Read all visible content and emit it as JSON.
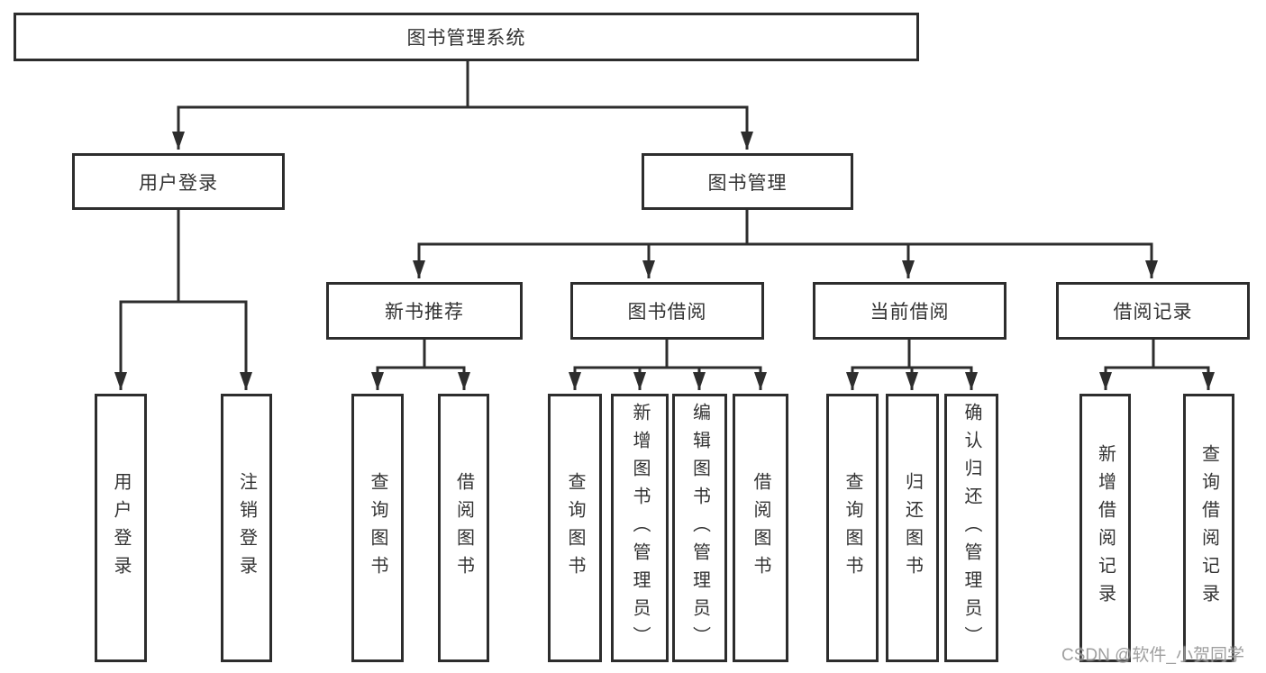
{
  "tree": {
    "root": {
      "label": "图书管理系统"
    },
    "level2": {
      "user_login": {
        "label": "用户登录"
      },
      "book_management": {
        "label": "图书管理"
      }
    },
    "user_login_children": [
      {
        "label": "用户登录"
      },
      {
        "label": "注销登录"
      }
    ],
    "groups": [
      {
        "label": "新书推荐",
        "children": [
          {
            "label": "查询图书"
          },
          {
            "label": "借阅图书"
          }
        ]
      },
      {
        "label": "图书借阅",
        "children": [
          {
            "label": "查询图书"
          },
          {
            "label": "新增图书（管理员）"
          },
          {
            "label": "编辑图书（管理员）"
          },
          {
            "label": "借阅图书"
          }
        ]
      },
      {
        "label": "当前借阅",
        "children": [
          {
            "label": "查询图书"
          },
          {
            "label": "归还图书"
          },
          {
            "label": "确认归还（管理员）"
          }
        ]
      },
      {
        "label": "借阅记录",
        "children": [
          {
            "label": "新增借阅记录"
          },
          {
            "label": "查询借阅记录"
          }
        ]
      }
    ]
  },
  "watermark": {
    "text": "CSDN @软件_小贺同学"
  },
  "colors": {
    "line": "#2d2d2d",
    "text": "#333333",
    "background": "#ffffff",
    "watermark": "#8a8a8a"
  }
}
